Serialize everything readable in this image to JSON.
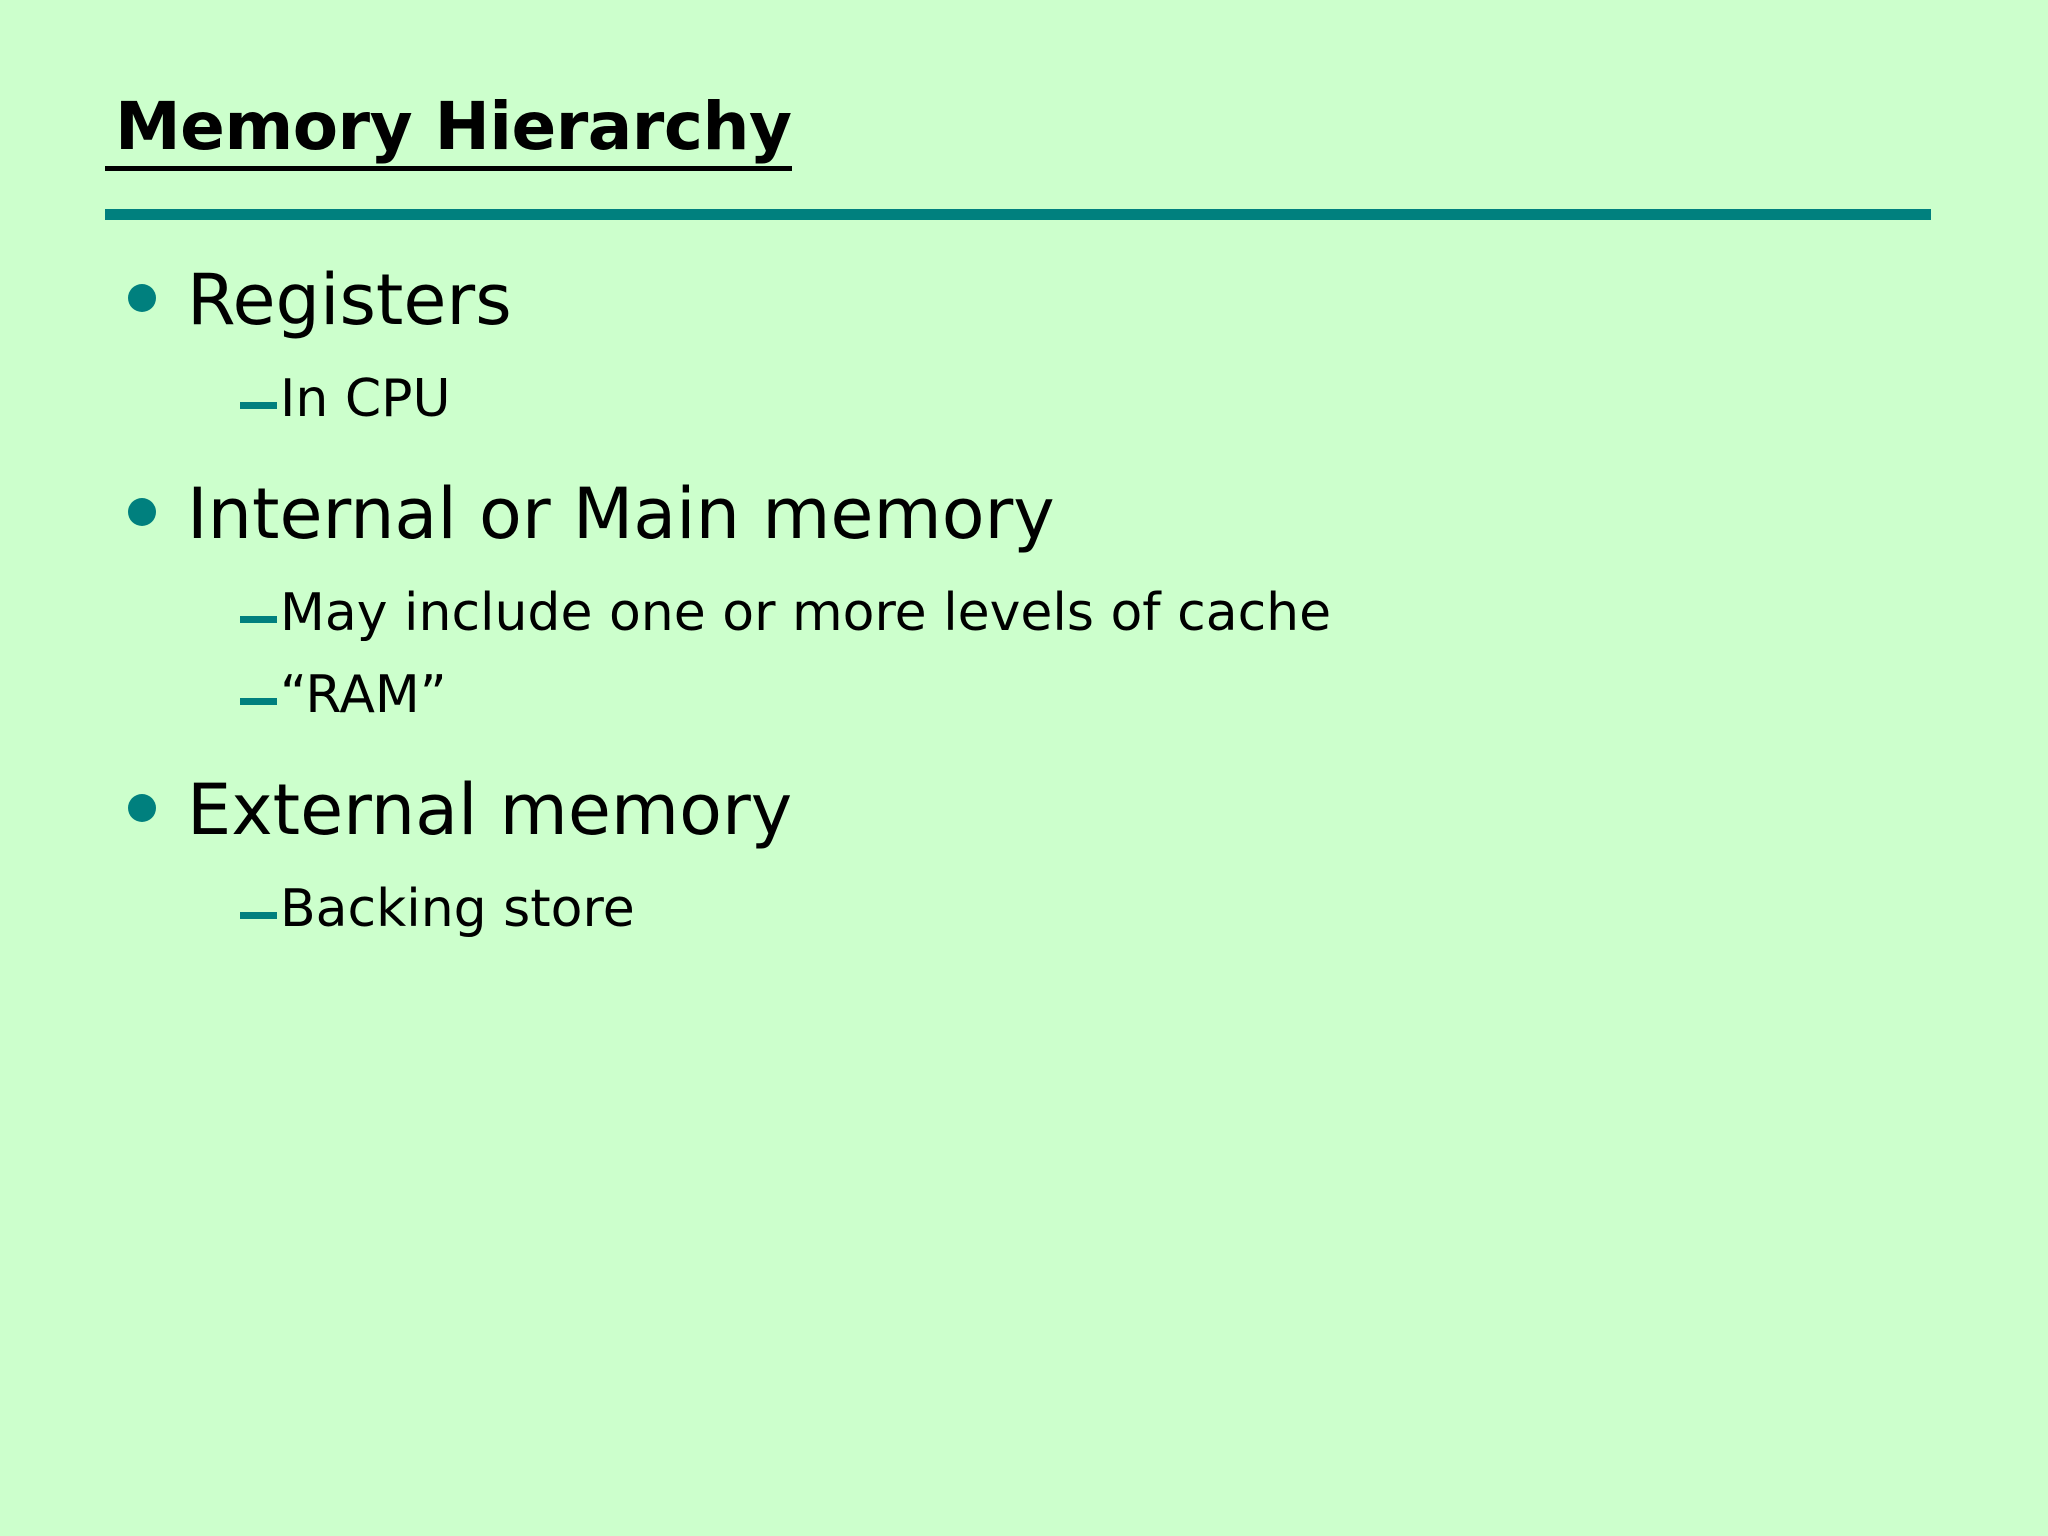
{
  "slide": {
    "title": "Memory Hierarchy",
    "background_color": "#ccffcc",
    "accent_color": "#00807e",
    "text_color": "#000000",
    "bullets": [
      {
        "label": "Registers",
        "bullet_glyph": "filled-circle",
        "sub": [
          {
            "label": "In CPU",
            "dash_glyph": "em-dash"
          }
        ]
      },
      {
        "label": "Internal or Main memory",
        "bullet_glyph": "filled-circle",
        "sub": [
          {
            "label": "May include one or more levels of cache",
            "dash_glyph": "em-dash"
          },
          {
            "label": "“RAM”",
            "dash_glyph": "em-dash"
          }
        ]
      },
      {
        "label": "External memory",
        "bullet_glyph": "filled-circle",
        "sub": [
          {
            "label": "Backing store",
            "dash_glyph": "em-dash"
          }
        ]
      }
    ]
  }
}
